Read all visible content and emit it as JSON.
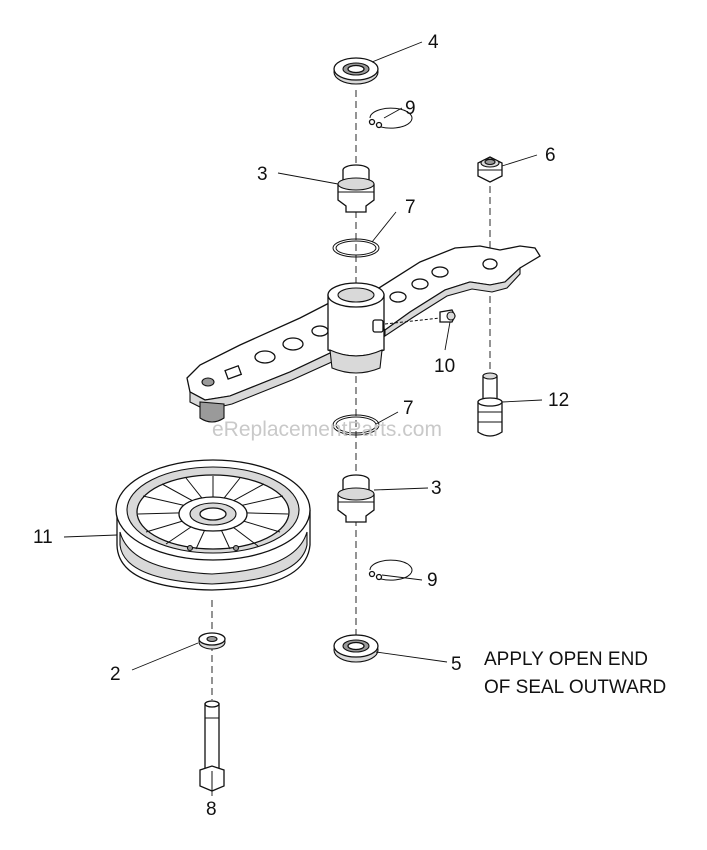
{
  "watermark": "eReplacementParts.com",
  "note": {
    "line1": "APPLY OPEN END",
    "line2": "OF SEAL OUTWARD"
  },
  "callouts": [
    {
      "id": "c4",
      "label": "4"
    },
    {
      "id": "c9a",
      "label": "9"
    },
    {
      "id": "c3a",
      "label": "3"
    },
    {
      "id": "c6",
      "label": "6"
    },
    {
      "id": "c7a",
      "label": "7"
    },
    {
      "id": "c10",
      "label": "10"
    },
    {
      "id": "c7b",
      "label": "7"
    },
    {
      "id": "c12",
      "label": "12"
    },
    {
      "id": "c3b",
      "label": "3"
    },
    {
      "id": "c11",
      "label": "11"
    },
    {
      "id": "c9b",
      "label": "9"
    },
    {
      "id": "c2",
      "label": "2"
    },
    {
      "id": "c5",
      "label": "5"
    },
    {
      "id": "c8",
      "label": "8"
    }
  ]
}
